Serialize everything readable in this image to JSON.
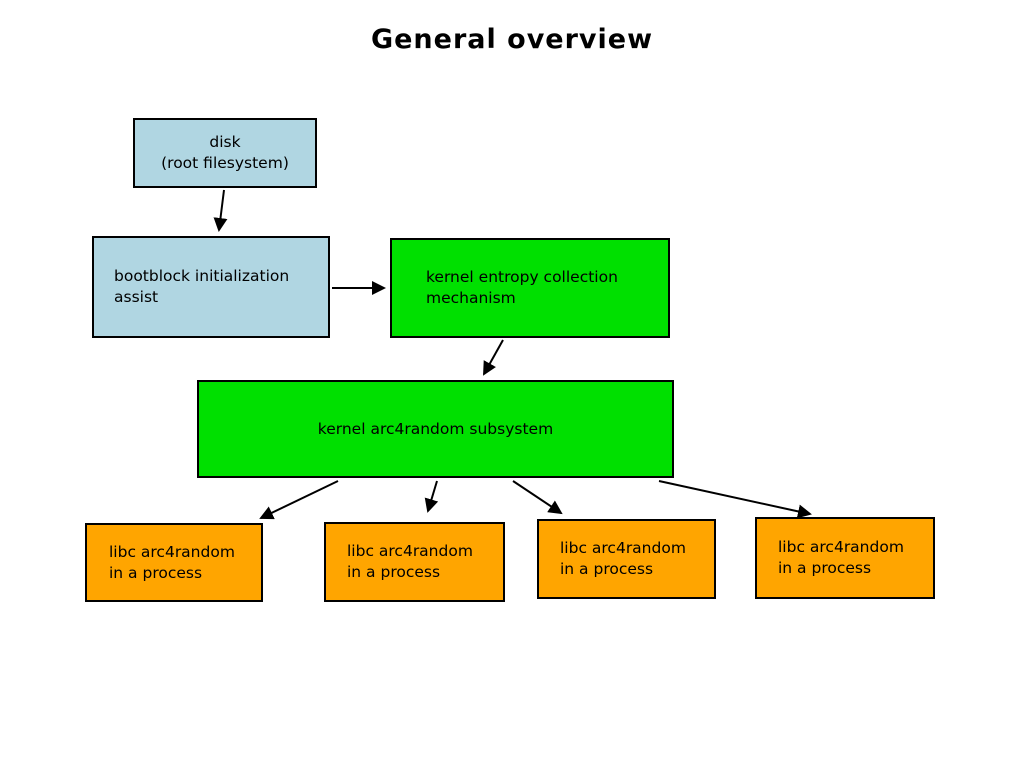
{
  "title": "General overview",
  "colors": {
    "blue": "#b0d6e2",
    "green": "#00e000",
    "orange": "#ffa500",
    "border": "#000000",
    "arrow": "#000000"
  },
  "nodes": {
    "disk": {
      "lines": [
        "disk",
        "(root filesystem)"
      ]
    },
    "bootblock": {
      "lines": [
        "bootblock initialization",
        "assist"
      ]
    },
    "entropy": {
      "lines": [
        "kernel entropy collection",
        "mechanism"
      ]
    },
    "arc4": {
      "lines": [
        "kernel arc4random subsystem"
      ]
    },
    "libc1": {
      "lines": [
        "libc arc4random",
        "in a process"
      ]
    },
    "libc2": {
      "lines": [
        "libc arc4random",
        "in a process"
      ]
    },
    "libc3": {
      "lines": [
        "libc arc4random",
        "in a process"
      ]
    },
    "libc4": {
      "lines": [
        "libc arc4random",
        "in a process"
      ]
    }
  },
  "edges": [
    {
      "from": "disk",
      "to": "bootblock"
    },
    {
      "from": "bootblock",
      "to": "entropy"
    },
    {
      "from": "entropy",
      "to": "arc4"
    },
    {
      "from": "arc4",
      "to": "libc1"
    },
    {
      "from": "arc4",
      "to": "libc2"
    },
    {
      "from": "arc4",
      "to": "libc3"
    },
    {
      "from": "arc4",
      "to": "libc4"
    }
  ]
}
